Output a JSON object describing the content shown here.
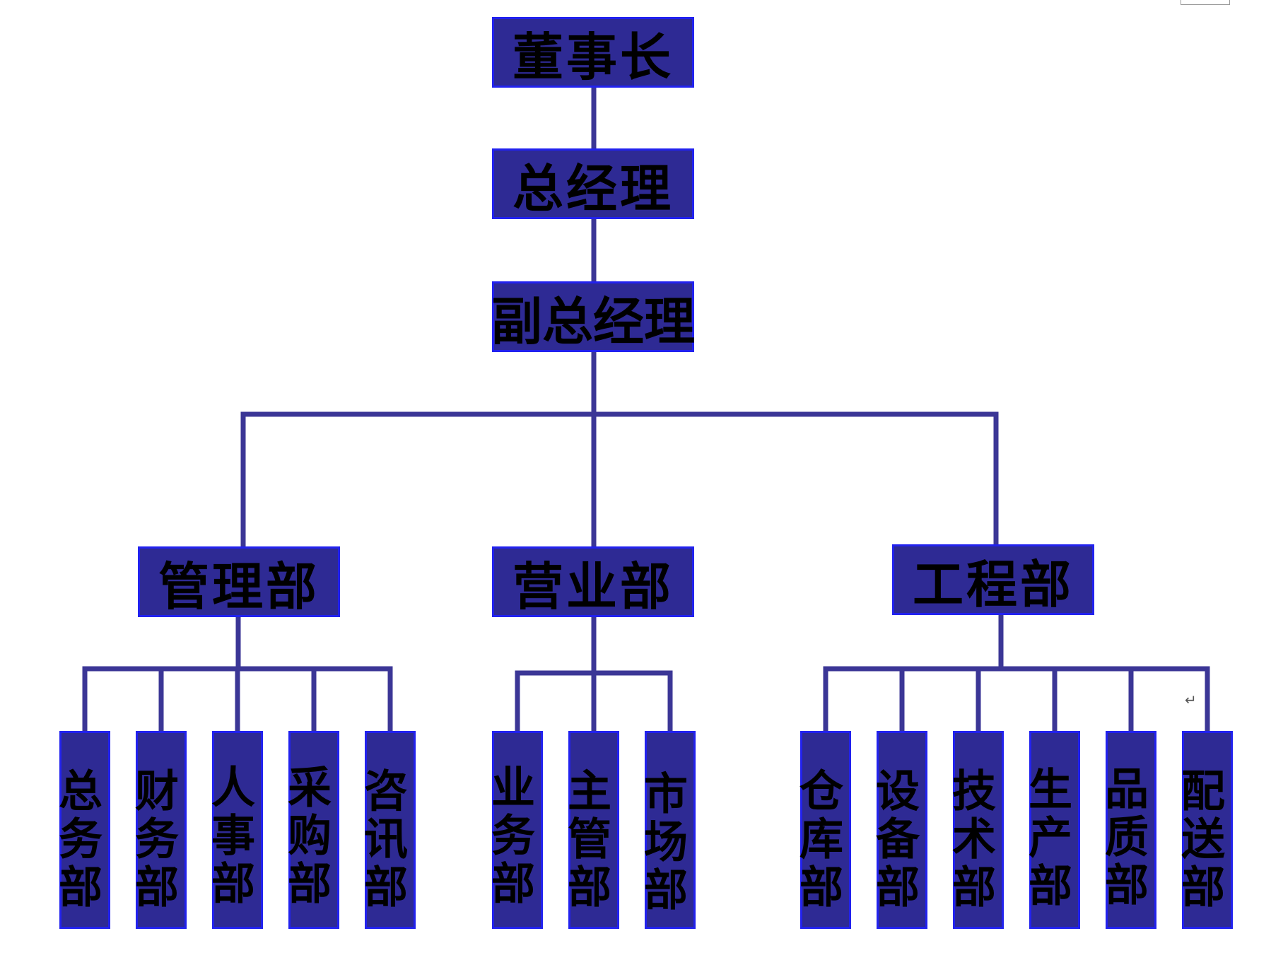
{
  "boxes": {
    "chairman": "董事长",
    "gm": "总经理",
    "deputy_gm": "副总经理",
    "mgmt": "管理部",
    "sales": "营业部",
    "eng": "工程部",
    "general_affairs": "总务部",
    "finance": "财务部",
    "hr": "人事部",
    "purchasing": "采购部",
    "consulting": "咨讯部",
    "business": "业务部",
    "supervisor": "主管部",
    "market": "市场部",
    "warehouse": "仓库部",
    "equipment": "设备部",
    "technical": "技术部",
    "production": "生产部",
    "quality": "品质部",
    "delivery": "配送部"
  },
  "colors": {
    "box_fill": "#2e2a94",
    "box_border": "#2222ee",
    "line": "#3b3696",
    "text": "#000000"
  },
  "marks": {
    "return_symbol": "↵"
  }
}
